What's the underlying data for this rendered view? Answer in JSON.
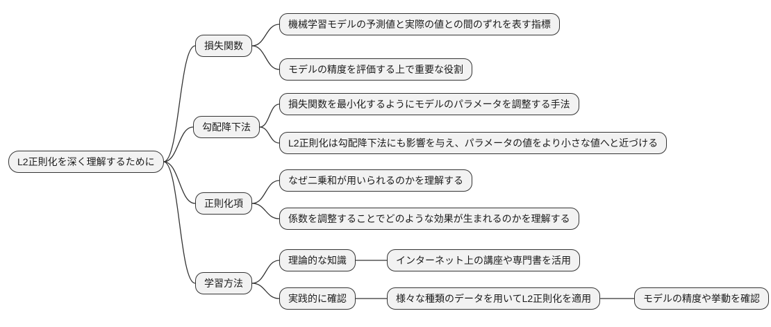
{
  "diagram": {
    "type": "mindmap",
    "colors": {
      "node_fill": "#f2f2f2",
      "node_border": "#333333",
      "connector_line": "#333333",
      "text": "#1a1a1a",
      "background": "#ffffff"
    },
    "root": {
      "label": "L2正則化を深く理解するために",
      "children": [
        {
          "label": "損失関数",
          "children": [
            {
              "label": "機械学習モデルの予測値と実際の値との間のずれを表す指標"
            },
            {
              "label": "モデルの精度を評価する上で重要な役割"
            }
          ]
        },
        {
          "label": "勾配降下法",
          "children": [
            {
              "label": "損失関数を最小化するようにモデルのパラメータを調整する手法"
            },
            {
              "label": "L2正則化は勾配降下法にも影響を与え、パラメータの値をより小さな値へと近づける"
            }
          ]
        },
        {
          "label": "正則化項",
          "children": [
            {
              "label": "なぜ二乗和が用いられるのかを理解する"
            },
            {
              "label": "係数を調整することでどのような効果が生まれるのかを理解する"
            }
          ]
        },
        {
          "label": "学習方法",
          "children": [
            {
              "label": "理論的な知識",
              "children": [
                {
                  "label": "インターネット上の講座や専門書を活用"
                }
              ]
            },
            {
              "label": "実践的に確認",
              "children": [
                {
                  "label": "様々な種類のデータを用いてL2正則化を適用",
                  "children": [
                    {
                      "label": "モデルの精度や挙動を確認"
                    }
                  ]
                }
              ]
            }
          ]
        }
      ]
    }
  }
}
